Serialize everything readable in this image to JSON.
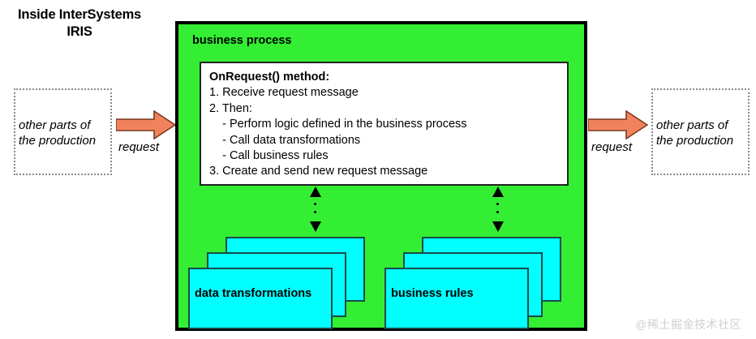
{
  "diagram": {
    "title": "Inside\nInterSystems\nIRIS",
    "watermark": "@稀土掘金技术社区",
    "colors": {
      "process_fill": "#33ee33",
      "process_border": "#000000",
      "method_fill": "#ffffff",
      "component_fill": "#00ffff",
      "arrow_fill": "#f0825c",
      "arrow_border": "#7a3a20",
      "boundary_border": "#8a8a8a"
    },
    "external_left": {
      "label": "other parts of\nthe production"
    },
    "external_right": {
      "label": "other parts of\nthe production"
    },
    "arrows": [
      {
        "name": "inbound-request-arrow",
        "label": "request",
        "direction": "right"
      },
      {
        "name": "outbound-request-arrow",
        "label": "request",
        "direction": "right"
      }
    ],
    "process": {
      "title": "business process",
      "method_box": {
        "heading": "OnRequest() method:",
        "lines": [
          "1. Receive request message",
          "2. Then:",
          "    - Perform logic defined in the business process",
          "    - Call data transformations",
          "    - Call business rules",
          "3. Create and send new request message"
        ]
      },
      "components": [
        {
          "name": "data-transformations-stack",
          "label": "data transformations",
          "count": 3
        },
        {
          "name": "business-rules-stack",
          "label": "business rules",
          "count": 3
        }
      ]
    }
  }
}
